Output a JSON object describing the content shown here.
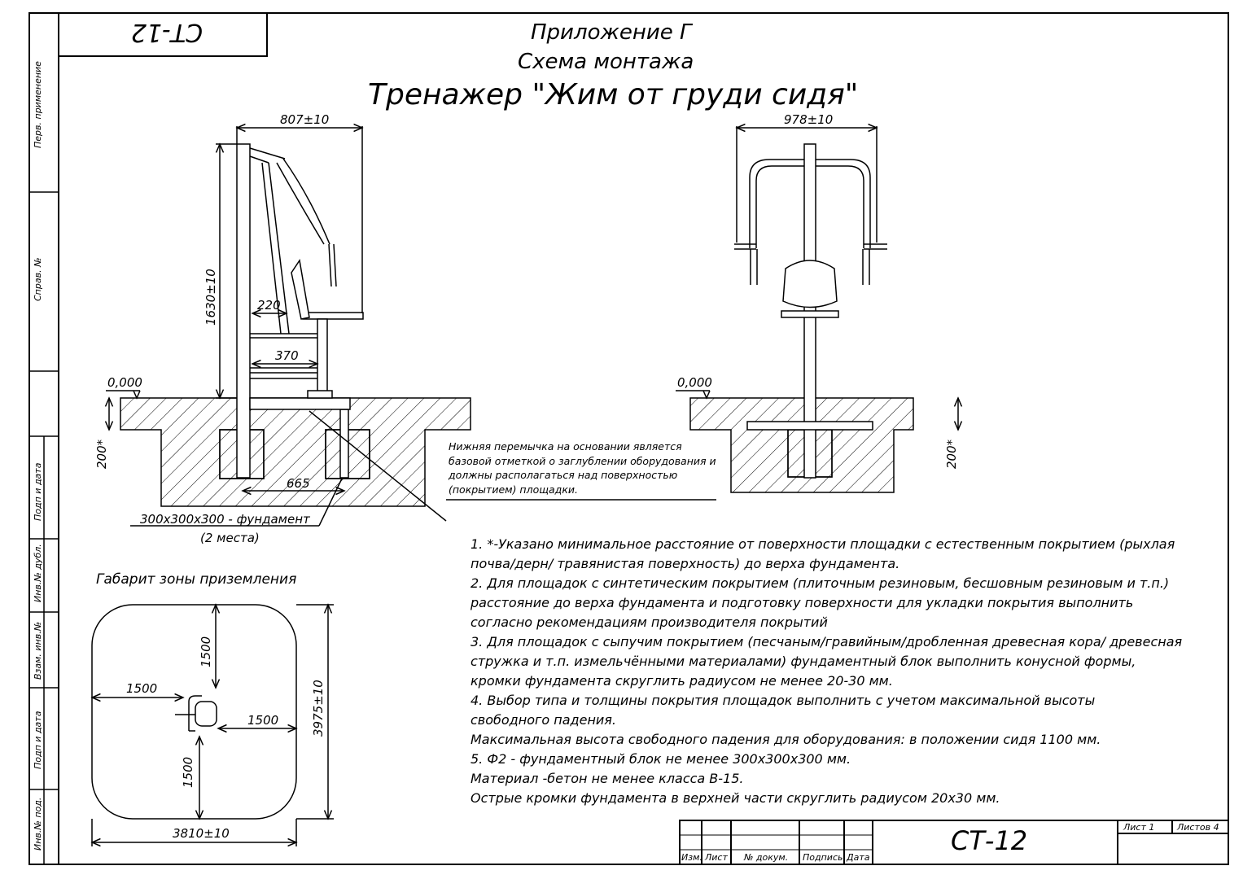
{
  "doc_code_corner": "СТ-12",
  "header": {
    "appendix": "Приложение Г",
    "scheme": "Схема монтажа",
    "title": "Тренажер \"Жим от груди сидя\""
  },
  "side_labels": {
    "perv_primenenie": "Перв. применение",
    "sprav": "Справ. №",
    "podp_data_1": "Подп и дата",
    "inv_dubl": "Инв.№ дубл.",
    "vzam_inv": "Взам. инв.№",
    "podp_data_2": "Подп и дата",
    "inv_pod": "Инв.№ под."
  },
  "side_view": {
    "width_dim": "807±10",
    "height_dim": "1630±10",
    "dim_220": "220",
    "dim_370": "370",
    "level": "0,000",
    "depth_dim": "200*",
    "dim_665": "665",
    "foundation_label": "300х300х300 - фундамент",
    "foundation_count": "(2 места)"
  },
  "front_view": {
    "width_dim": "978±10",
    "level": "0,000",
    "depth_dim": "200*"
  },
  "callout": [
    "Нижняя перемычка на основании является",
    "базовой отметкой о заглублении оборудования и",
    "должны располагаться над поверхностью",
    "(покрытием) площадки."
  ],
  "zone": {
    "title": "Габарит зоны приземления",
    "top": "1500",
    "left": "1500",
    "right": "1500",
    "bottom": "1500",
    "height_dim": "3975±10",
    "width_dim": "3810±10"
  },
  "notes": [
    "1.    *-Указано минимальное расстояние от поверхности площадки с естественным покрытием (рыхлая",
    "  почва/дерн/ травянистая поверхность) до верха фундамента.",
    "2.    Для площадок с синтетическим покрытием (плиточным резиновым, бесшовным резиновым и т.п.)",
    "расстояние до верха фундамента и подготовку поверхности для укладки покрытия выполнить",
    "согласно рекомендациям производителя покрытий",
    "3.    Для площадок с сыпучим покрытием (песчаным/гравийным/дробленная древесная кора/ древесная",
    "стружка и т.п. измельчёнными материалами) фундаментный блок выполнить конусной формы,",
    "кромки фундамента скруглить радиусом не менее 20-30 мм.",
    "4.    Выбор типа и толщины покрытия площадок выполнить с учетом максимальной высоты",
    "свободного падения.",
    "        Максимальная высота свободного падения для оборудования: в положении сидя 1100 мм.",
    "5.     Ф2 - фундаментный блок не менее 300х300х300 мм.",
    "                Материал -бетон не менее класса В-15.",
    "                Острые кромки фундамента в верхней части скруглить радиусом 20х30 мм."
  ],
  "title_block": {
    "izm": "Изм.",
    "list": "Лист",
    "dokum": "№ докум.",
    "podpis": "Подпись",
    "data": "Дата",
    "code": "СТ-12",
    "sheet_label": "Лист 1",
    "sheets_label": "Листов 4"
  }
}
